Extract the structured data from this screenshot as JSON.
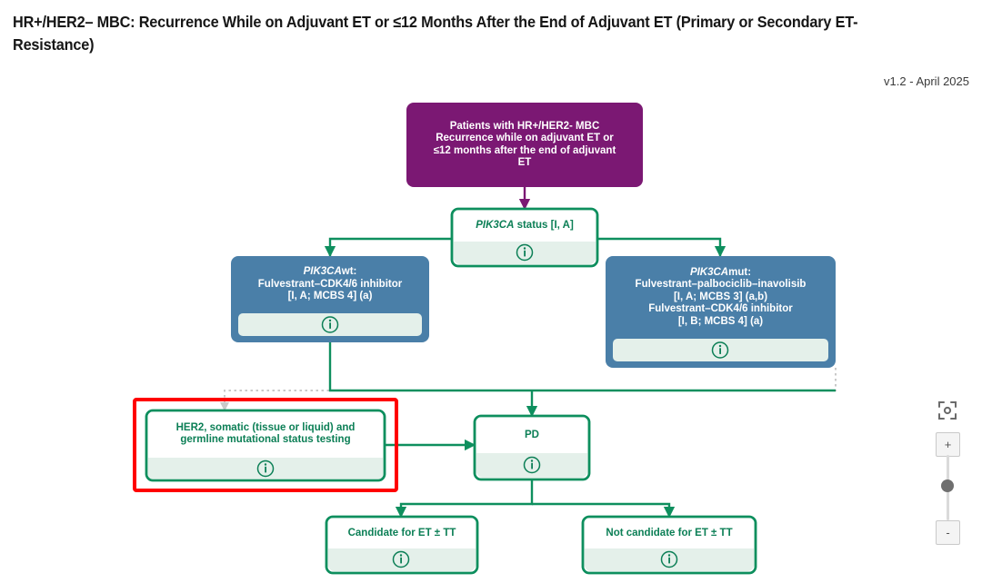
{
  "header": {
    "title": "HR+/HER2– MBC: Recurrence While on Adjuvant ET or ≤12 Months After the End of Adjuvant ET (Primary or Secondary ET-Resistance)",
    "version": "v1.2 - April 2025"
  },
  "colors": {
    "purple": "#7B1873",
    "blue": "#4A7FA8",
    "green": "#0E8F5E",
    "green_text": "#0C7F56",
    "footer_band": "#E4F0EA",
    "highlight_red": "#FF0000",
    "dotted_gray": "#C9C9C9",
    "white": "#FFFFFF"
  },
  "diagram": {
    "nodes": {
      "patients": {
        "lines": [
          "Patients with HR+/HER2- MBC",
          "Recurrence while on adjuvant ET or",
          "≤12 months after the end of adjuvant",
          "ET"
        ],
        "style": "purple"
      },
      "pik3ca_status": {
        "gene": "PIK3CA",
        "rest": " status [I, A]",
        "info": "i",
        "style": "green"
      },
      "pik3ca_wt": {
        "gene": "PIK3CA",
        "rest": "wt:",
        "lines": [
          "Fulvestrant–CDK4/6 inhibitor",
          "[I, A; MCBS 4] (a)"
        ],
        "info": "i",
        "style": "blue"
      },
      "pik3ca_mut": {
        "gene": "PIK3CA",
        "rest": "mut:",
        "lines": [
          "Fulvestrant–palbociclib–inavolisib",
          "[I, A; MCBS 3] (a,b)",
          "Fulvestrant–CDK4/6 inhibitor",
          "[I, B; MCBS 4] (a)"
        ],
        "info": "i",
        "style": "blue"
      },
      "her2_testing": {
        "lines": [
          "HER2, somatic (tissue or liquid) and",
          "germline mutational status testing"
        ],
        "info": "i",
        "style": "green",
        "selected": true
      },
      "pd": {
        "label": "PD",
        "info": "i",
        "style": "green"
      },
      "candidate": {
        "label": "Candidate for ET ± TT",
        "info": "i",
        "style": "green"
      },
      "not_candidate": {
        "label": "Not candidate for ET ± TT",
        "info": "i",
        "style": "green"
      }
    }
  },
  "controls": {
    "fit_view_icon": "fit-to-screen-icon",
    "zoom_in_label": "+",
    "zoom_out_label": "-"
  }
}
